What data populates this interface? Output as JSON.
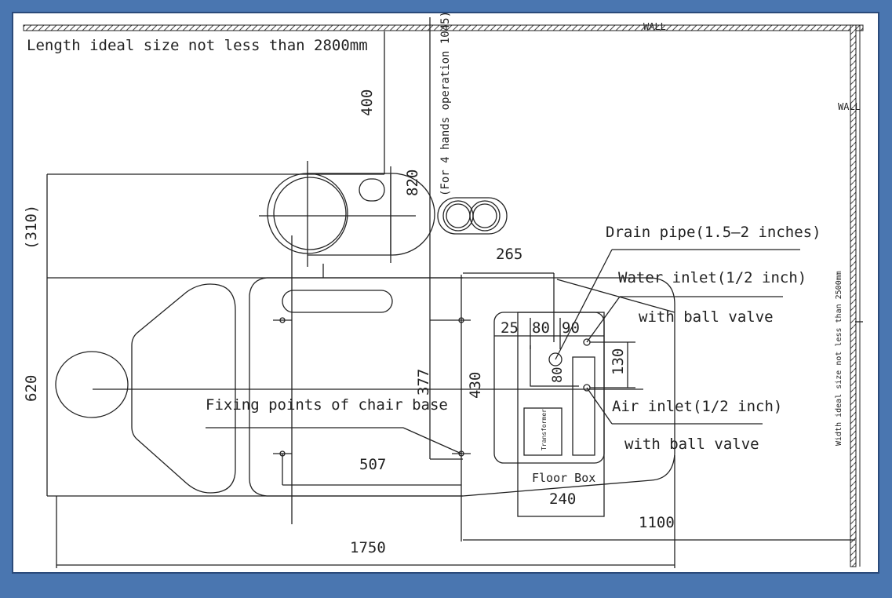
{
  "colors": {
    "frame": "#4a76b0",
    "paper": "#ffffff",
    "ink": "#222222"
  },
  "labels": {
    "length_note": "Length ideal size not less than 2800mm",
    "wall_top": "WALL",
    "wall_right": "WALL",
    "width_note": "Width ideal size not less than 2500mm",
    "four_hands": "(For 4 hands operation 1045)",
    "drain_pipe": "Drain pipe(1.5–2 inches)",
    "water_inlet": "Water inlet(1/2 inch)",
    "with_ball_valve_1": "with ball valve",
    "air_inlet": "Air inlet(1/2 inch)",
    "with_ball_valve_2": "with ball valve",
    "fixing_points": "Fixing points of chair base",
    "floor_box": "Floor Box",
    "transformer": "Transformer"
  },
  "dimensions": {
    "d400": "400",
    "d820": "820",
    "d310": "(310)",
    "d265": "265",
    "d25": "25",
    "d80a": "80",
    "d90": "90",
    "d130": "130",
    "d80b": "80",
    "d620": "620",
    "d377": "377",
    "d430": "430",
    "d507": "507",
    "d240": "240",
    "d1100": "1100",
    "d1750": "1750"
  }
}
